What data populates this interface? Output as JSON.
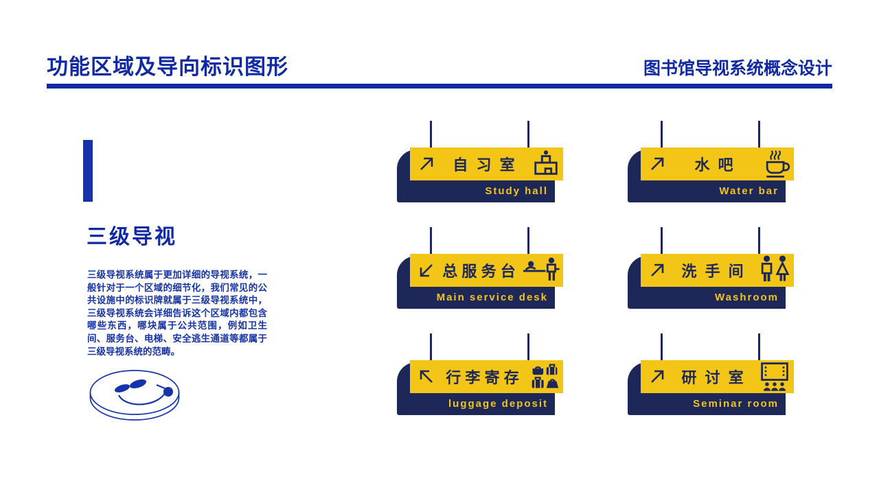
{
  "header": {
    "title_left": "功能区域及导向标识图形",
    "title_right": "图书馆导视系统概念设计"
  },
  "sidebar": {
    "section_title": "三级导视",
    "description": "三级导视系统属于更加详细的导视系统，一般针对于一个区域的细节化，我们常见的公共设施中的标识牌就属于三级导视系统中，三级导视系统会详细告诉这个区域内都包含哪些东西，哪块属于公共范围，例如卫生间、服务台、电梯、安全逃生通道等都属于三级导视系统的范畴。",
    "logo": "smiley-disc-logo"
  },
  "signs": [
    {
      "zh": "自习室",
      "en": "Study hall",
      "arrow": "up-right",
      "icon": "desk-lamp-icon"
    },
    {
      "zh": "水吧",
      "en": "Water bar",
      "arrow": "up-right",
      "icon": "coffee-cup-icon"
    },
    {
      "zh": "总服务台",
      "en": "Main service desk",
      "arrow": "down-left",
      "icon": "service-desk-icon"
    },
    {
      "zh": "洗手间",
      "en": "Washroom",
      "arrow": "up-right",
      "icon": "restroom-icon"
    },
    {
      "zh": "行李寄存",
      "en": "luggage deposit",
      "arrow": "up-left",
      "icon": "luggage-icon"
    },
    {
      "zh": "研讨室",
      "en": "Seminar room",
      "arrow": "up-right",
      "icon": "seminar-screen-icon"
    }
  ],
  "colors": {
    "accent_blue": "#1129a3",
    "sign_navy": "#1e2858",
    "sign_yellow": "#f3c516"
  }
}
